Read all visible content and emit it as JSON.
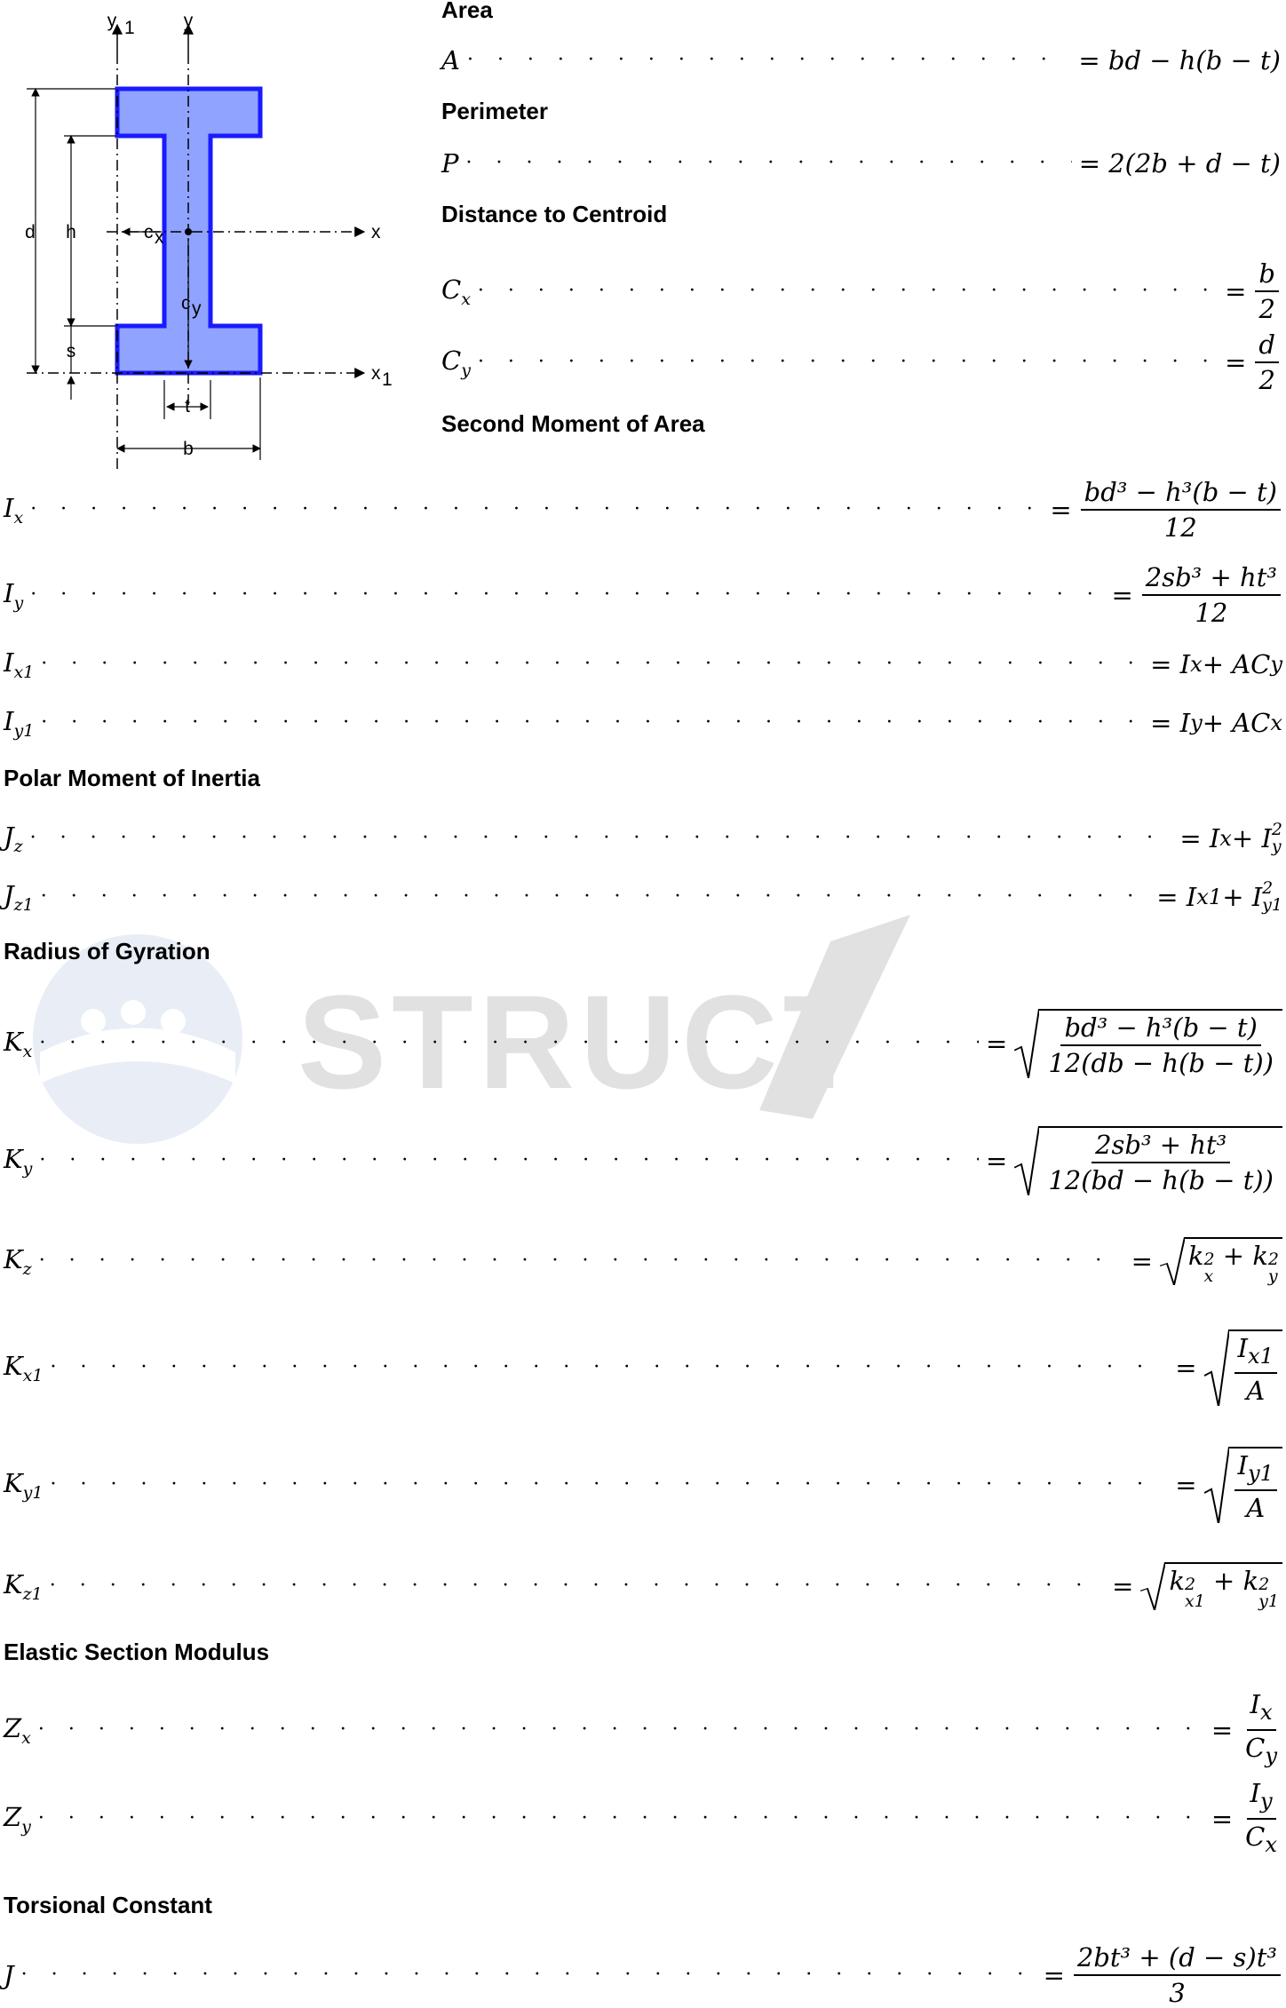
{
  "diagram": {
    "labels": {
      "y1": "y",
      "y1_sub": "1",
      "y": "y",
      "x": "x",
      "x1": "x",
      "x1_sub": "1",
      "d": "d",
      "h": "h",
      "s": "s",
      "cx": "c",
      "cx_sub": "x",
      "cy": "c",
      "cy_sub": "y",
      "t": "t",
      "b": "b"
    },
    "section_fill": "#8fa3ff",
    "section_stroke": "#1a1aff"
  },
  "sections": {
    "area": "Area",
    "perimeter": "Perimeter",
    "centroid": "Distance to Centroid",
    "second_moment": "Second Moment of Area",
    "polar": "Polar Moment of Inertia",
    "gyration": "Radius of Gyration",
    "elastic": "Elastic Section Modulus",
    "torsional": "Torsional Constant"
  },
  "formulas": {
    "A": {
      "sym": "A",
      "rhs": "= bd − h(b − t)"
    },
    "P": {
      "sym": "P",
      "rhs": "= 2(2b + d − t)"
    },
    "Cx": {
      "sym": "C",
      "sub": "x",
      "num": "b",
      "den": "2"
    },
    "Cy": {
      "sym": "C",
      "sub": "y",
      "num": "d",
      "den": "2"
    },
    "Ix": {
      "sym": "I",
      "sub": "x",
      "num": "bd³ − h³(b − t)",
      "den": "12"
    },
    "Iy": {
      "sym": "I",
      "sub": "y",
      "num": "2sb³ + ht³",
      "den": "12"
    },
    "Ix1": {
      "sym": "I",
      "sub": "x1",
      "rhs": "= I",
      "rhs_sub1": "x",
      "rhs_mid": " + AC",
      "rhs_sub2": "y"
    },
    "Iy1": {
      "sym": "I",
      "sub": "y1",
      "rhs": "= I",
      "rhs_sub1": "y",
      "rhs_mid": " + AC",
      "rhs_sub2": "x"
    },
    "Jz": {
      "sym": "J",
      "sub": "z",
      "rhs": "= I",
      "rhs_sub1": "x",
      "rhs_mid": " + I",
      "rhs_sub2": "y",
      "rhs_sup2": "2"
    },
    "Jz1": {
      "sym": "J",
      "sub": "z1",
      "rhs": "= I",
      "rhs_sub1": "x1",
      "rhs_mid": " + I",
      "rhs_sub2": "y1",
      "rhs_sup2": "2"
    },
    "Kx": {
      "sym": "K",
      "sub": "x",
      "num": "bd³ − h³(b − t)",
      "den": "12(db − h(b − t))"
    },
    "Ky": {
      "sym": "K",
      "sub": "y",
      "num": "2sb³ + ht³",
      "den": "12(bd − h(b − t))"
    },
    "Kz": {
      "sym": "K",
      "sub": "z",
      "a": "k",
      "a_sub": "x",
      "b": "k",
      "b_sub": "y"
    },
    "Kx1": {
      "sym": "K",
      "sub": "x1",
      "num": "I",
      "num_sub": "x1",
      "den": "A"
    },
    "Ky1": {
      "sym": "K",
      "sub": "y1",
      "num": "I",
      "num_sub": "y1",
      "den": "A"
    },
    "Kz1": {
      "sym": "K",
      "sub": "z1",
      "a": "k",
      "a_sub": "x1",
      "b": "k",
      "b_sub": "y1"
    },
    "Zx": {
      "sym": "Z",
      "sub": "x",
      "num": "I",
      "num_sub": "x",
      "den": "C",
      "den_sub": "y"
    },
    "Zy": {
      "sym": "Z",
      "sub": "y",
      "num": "I",
      "num_sub": "y",
      "den": "C",
      "den_sub": "x"
    },
    "J": {
      "sym": "J",
      "num": "2bt³ + (d − s)t³",
      "den": "3"
    }
  },
  "watermark": {
    "text": "STRUCT"
  }
}
